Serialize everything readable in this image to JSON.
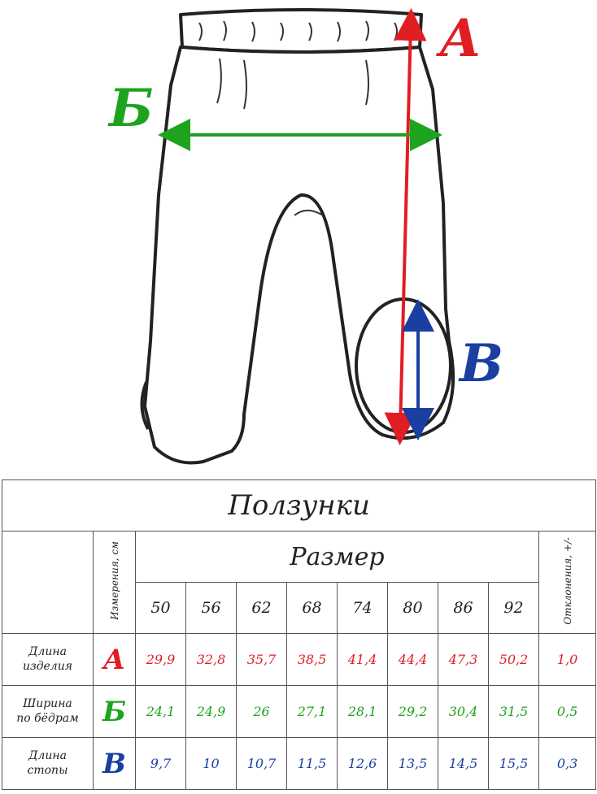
{
  "diagram": {
    "markers": {
      "a": "А",
      "b": "Б",
      "v": "В"
    },
    "colors": {
      "a": "#e11d24",
      "b": "#1ea31e",
      "v": "#1a3fa0"
    }
  },
  "table": {
    "title": "Ползунки",
    "measure_header": "Измерения, см",
    "size_header": "Размер",
    "deviation_header": "Отклонения, +/-",
    "sizes": [
      "50",
      "56",
      "62",
      "68",
      "74",
      "80",
      "86",
      "92"
    ],
    "rows": [
      {
        "label_1": "Длина",
        "label_2": "изделия",
        "letter": "А",
        "values": [
          "29,9",
          "32,8",
          "35,7",
          "38,5",
          "41,4",
          "44,4",
          "47,3",
          "50,2"
        ],
        "deviation": "1,0"
      },
      {
        "label_1": "Ширина",
        "label_2": "по бёдрам",
        "letter": "Б",
        "values": [
          "24,1",
          "24,9",
          "26",
          "27,1",
          "28,1",
          "29,2",
          "30,4",
          "31,5"
        ],
        "deviation": "0,5"
      },
      {
        "label_1": "Длина",
        "label_2": "стопы",
        "letter": "В",
        "values": [
          "9,7",
          "10",
          "10,7",
          "11,5",
          "12,6",
          "13,5",
          "14,5",
          "15,5"
        ],
        "deviation": "0,3"
      }
    ]
  }
}
